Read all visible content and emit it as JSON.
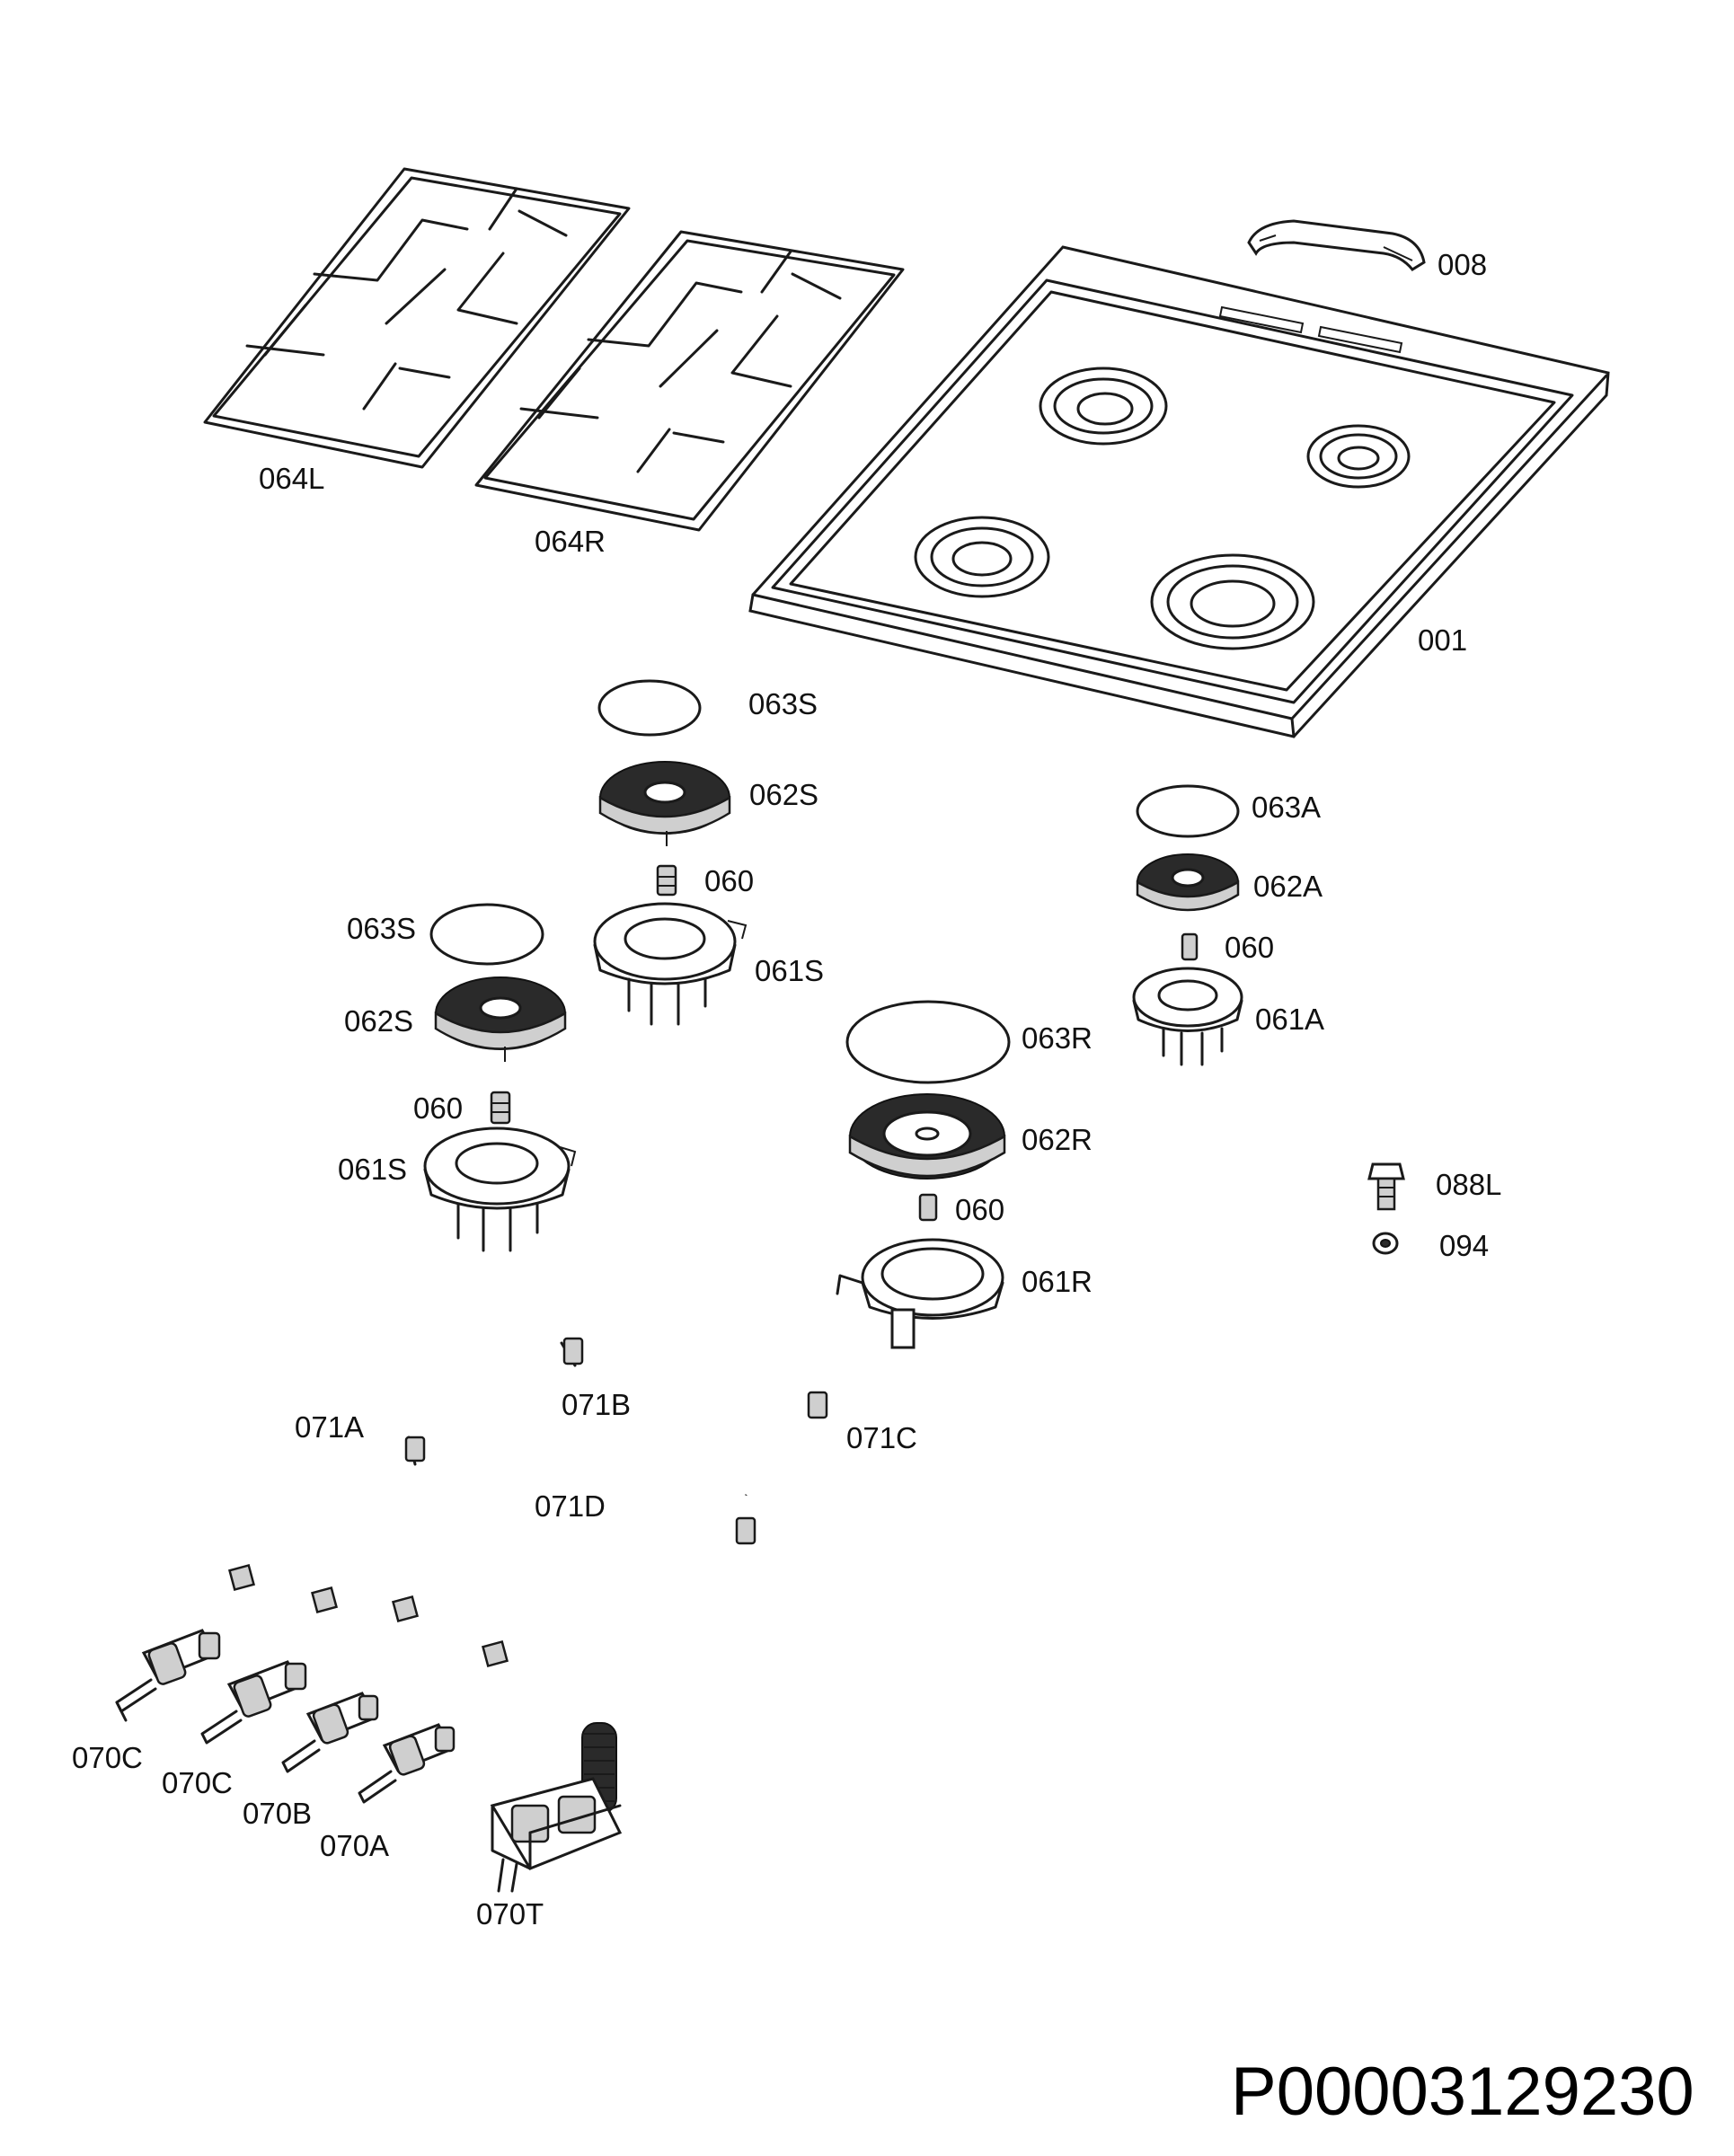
{
  "document_id": "P00003129230",
  "labels": {
    "p008": "008",
    "p064L": "064L",
    "p064R": "064R",
    "p001": "001",
    "p063S_a": "063S",
    "p062S_a": "062S",
    "p060_a": "060",
    "p061S_a": "061S",
    "p063S_b": "063S",
    "p062S_b": "062S",
    "p060_b": "060",
    "p061S_b": "061S",
    "p063A": "063A",
    "p062A": "062A",
    "p060_c": "060",
    "p061A": "061A",
    "p063R": "063R",
    "p062R": "062R",
    "p060_d": "060",
    "p061R": "061R",
    "p088L": "088L",
    "p094": "094",
    "p071A": "071A",
    "p071B": "071B",
    "p071C": "071C",
    "p071D": "071D",
    "p070C_a": "070C",
    "p070C_b": "070C",
    "p070B": "070B",
    "p070A": "070A",
    "p070T": "070T"
  }
}
